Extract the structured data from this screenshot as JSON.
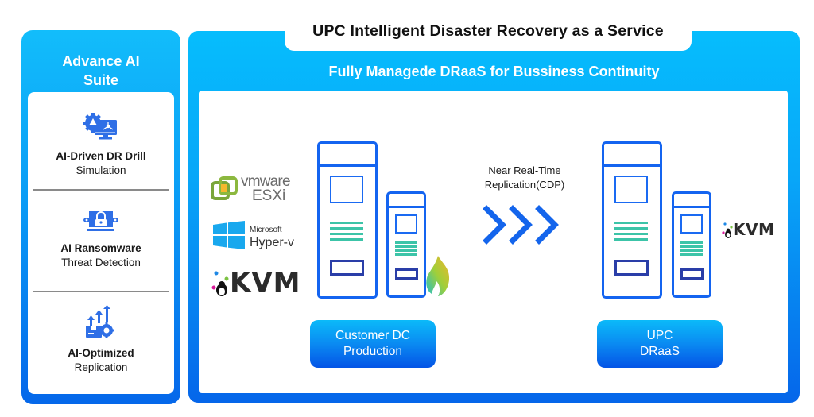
{
  "header": {
    "title": "UPC Intelligent Disaster Recovery as a Service",
    "subtitle": "Fully Managede DRaaS for Bussiness Continuity"
  },
  "sidebar": {
    "title_line1": "Advance AI",
    "title_line2": "Suite",
    "items": [
      {
        "icon": "ai-monitor-gear-icon",
        "label_line1": "AI-Driven DR Drill",
        "label_line2": "Simulation"
      },
      {
        "icon": "ransomware-lock-icon",
        "label_line1": "AI Ransomware",
        "label_line2": "Threat Detection"
      },
      {
        "icon": "optimized-replication-icon",
        "label_line1": "AI-Optimized",
        "label_line2": "Replication"
      }
    ]
  },
  "source": {
    "hypervisors": [
      {
        "icon": "vmware-logo-icon",
        "brand": "vmware",
        "product": "ESXi"
      },
      {
        "icon": "windows-logo-icon",
        "brand": "Microsoft",
        "product": "Hyper-v"
      },
      {
        "icon": "kvm-logo-icon",
        "brand": "KVM"
      }
    ],
    "label_line1": "Customer DC",
    "label_line2": "Production",
    "status_icon": "fire-icon"
  },
  "replication": {
    "label_line1": "Near Real-Time",
    "label_line2": "Replication(CDP)",
    "icon": "triple-chevron-right-icon"
  },
  "target": {
    "hypervisor": {
      "icon": "kvm-logo-icon",
      "brand": "KVM"
    },
    "label_line1": "UPC",
    "label_line2": "DRaaS"
  },
  "colors": {
    "accent_blue": "#1464f0",
    "cyan": "#06bdfd",
    "deep_blue": "#0566ea",
    "teal_lines": "#3cc4a8",
    "slot_navy": "#2a3ea8"
  }
}
